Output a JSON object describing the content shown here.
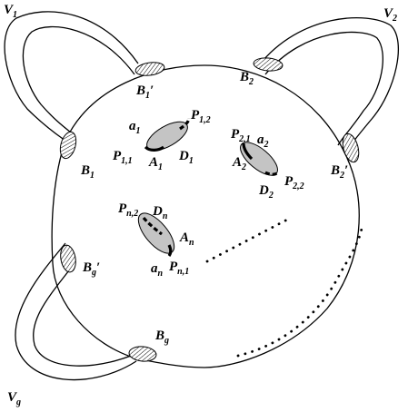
{
  "colors": {
    "line": "#000000",
    "disk_fill": "#c4c4c4",
    "hatch": "#000000",
    "background": "#ffffff"
  },
  "labels": {
    "V1": {
      "main": "V",
      "sub": "1"
    },
    "V2": {
      "main": "V",
      "sub": "2"
    },
    "Vg": {
      "main": "V",
      "sub": "g"
    },
    "B1p": {
      "main": "B",
      "sub": "1",
      "prime": "′"
    },
    "B1": {
      "main": "B",
      "sub": "1"
    },
    "B2": {
      "main": "B",
      "sub": "2"
    },
    "B2p": {
      "main": "B",
      "sub": "2",
      "prime": "′"
    },
    "Bgp": {
      "main": "B",
      "sub": "g",
      "prime": "′"
    },
    "Bg": {
      "main": "B",
      "sub": "g"
    },
    "a1": {
      "main": "a",
      "sub": "1"
    },
    "P12": {
      "main": "P",
      "sub": "1,2"
    },
    "P11": {
      "main": "P",
      "sub": "1,1"
    },
    "A1": {
      "main": "A",
      "sub": "1"
    },
    "D1": {
      "main": "D",
      "sub": "1"
    },
    "P21": {
      "main": "P",
      "sub": "2,1"
    },
    "a2": {
      "main": "a",
      "sub": "2"
    },
    "A2": {
      "main": "A",
      "sub": "2"
    },
    "D2": {
      "main": "D",
      "sub": "2"
    },
    "P22": {
      "main": "P",
      "sub": "2,2"
    },
    "Pn2": {
      "main": "P",
      "sub": "n,2"
    },
    "Dn": {
      "main": "D",
      "sub": "n"
    },
    "An": {
      "main": "A",
      "sub": "n"
    },
    "an": {
      "main": "a",
      "sub": "n"
    },
    "Pn1": {
      "main": "P",
      "sub": "n,1"
    }
  }
}
